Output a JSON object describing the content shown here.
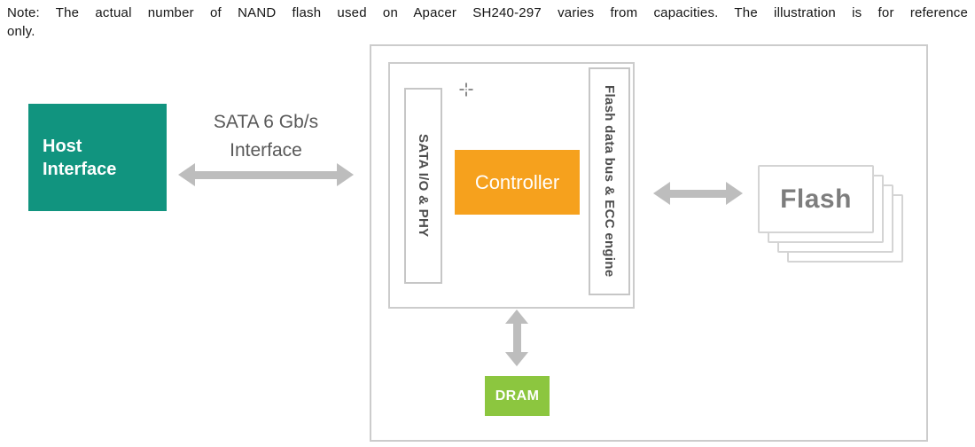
{
  "note": {
    "line1": "Note: The actual number of NAND flash used on Apacer SH240-297 varies from capacities. The illustration is for reference",
    "line2": "only."
  },
  "diagram": {
    "host_label": "Host Interface",
    "sata_link_label": "SATA 6 Gb/s Interface",
    "sata_io_phy_label": "SATA I/O & PHY",
    "controller_label": "Controller",
    "flash_bus_label": "Flash data bus & ECC engine",
    "dram_label": "DRAM",
    "flash_label": "Flash"
  },
  "icons": {
    "crosshair": "crosshair-cursor"
  },
  "colors": {
    "host-teal": "#11947F",
    "controller-orange": "#F6A11D",
    "dram-green": "#8CC63F",
    "arrow-gray": "#BDBDBD",
    "border-gray": "#CCCCCC",
    "label-gray": "#595959"
  }
}
